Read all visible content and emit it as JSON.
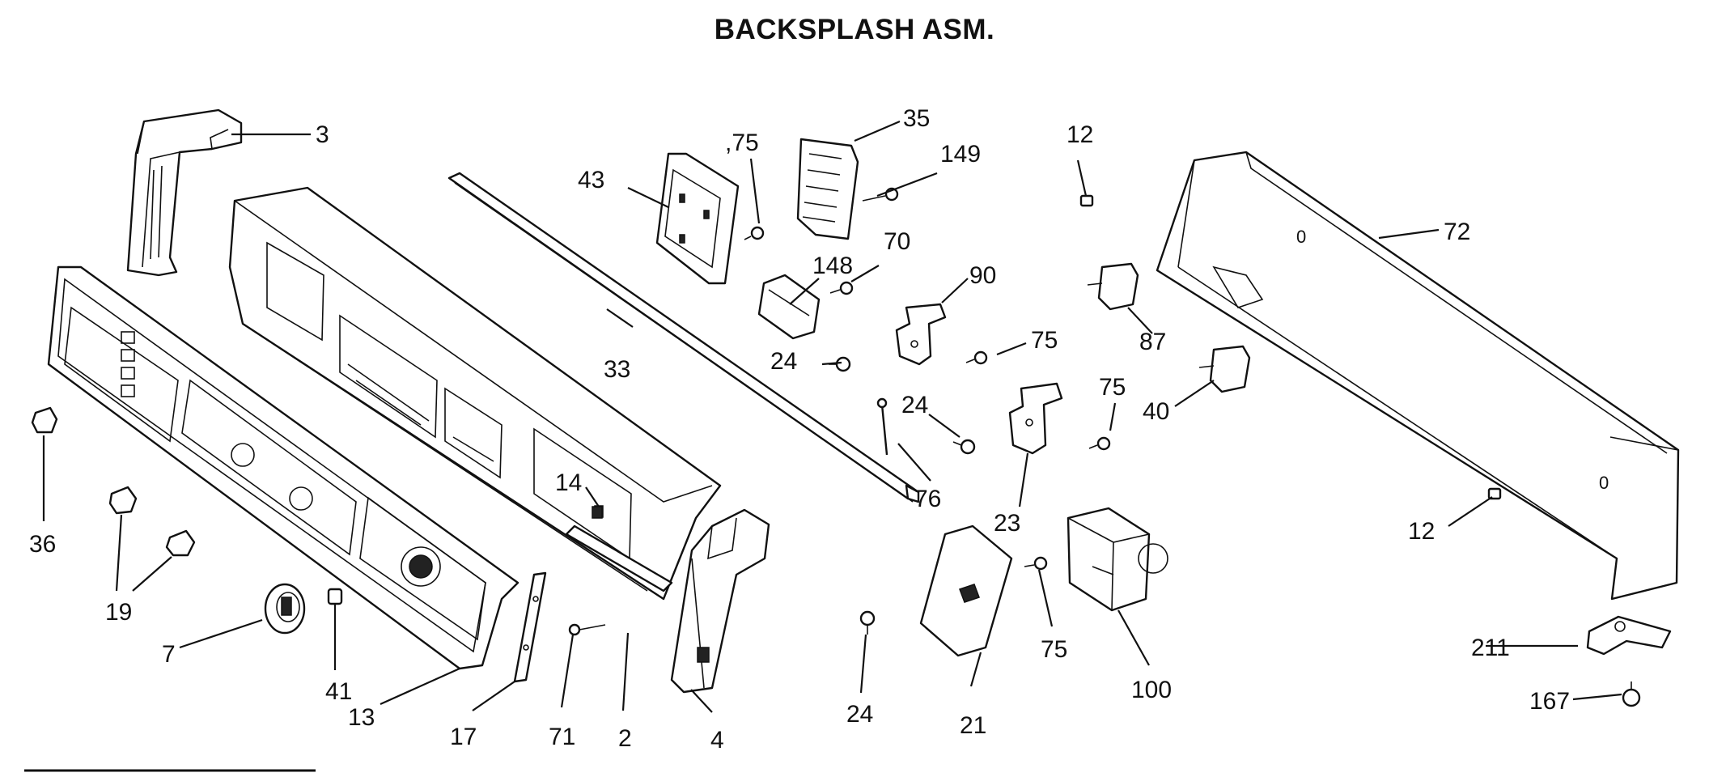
{
  "title": "BACKSPLASH ASM.",
  "part_labels": {
    "p2": "2",
    "p3": "3",
    "p4": "4",
    "p7": "7",
    "p12a": "12",
    "p12b": "12",
    "p13": "13",
    "p14": "14",
    "p17": "17",
    "p19": "19",
    "p21": "21",
    "p23": "23",
    "p24a": "24",
    "p24b": "24",
    "p24c": "24",
    "p33": "33",
    "p35": "35",
    "p36": "36",
    "p40": "40",
    "p41": "41",
    "p43": "43",
    "p70": "70",
    "p71": "71",
    "p72": "72",
    "p75a": ",75",
    "p75b": "75",
    "p75c": "75",
    "p75d": "75",
    "p76": "76",
    "p87": "87",
    "p90": "90",
    "p100": "100",
    "p148": "148",
    "p149": "149",
    "p167": "167",
    "p211": "211"
  }
}
